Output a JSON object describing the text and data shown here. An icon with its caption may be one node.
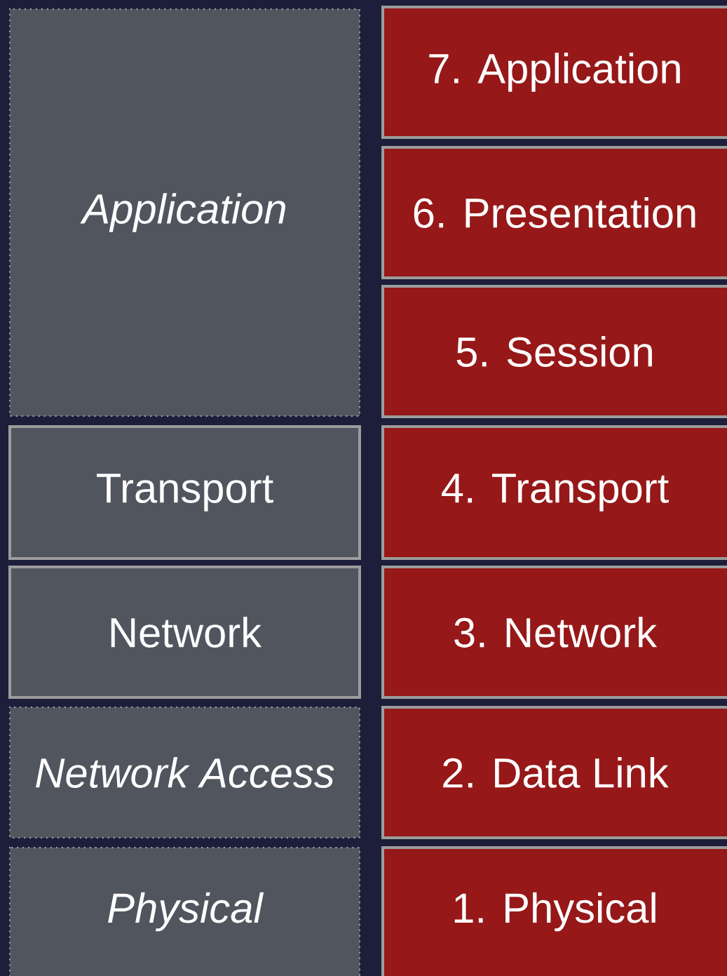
{
  "diagram": {
    "nodes": [
      {
        "text": [
          "Application"
        ]
      },
      {
        "text": [
          "Transport"
        ]
      },
      {
        "text": [
          "Network"
        ]
      },
      {
        "text": [
          "Network Access"
        ]
      },
      {
        "text": [
          "Physical"
        ]
      },
      {
        "text": [
          "7. Application"
        ]
      },
      {
        "text": [
          "6. Presentation"
        ]
      },
      {
        "text": [
          "5. Session"
        ]
      },
      {
        "text": [
          "4. Transport"
        ]
      },
      {
        "text": [
          "3. Network"
        ]
      },
      {
        "text": [
          "2. Data Link"
        ]
      },
      {
        "text": [
          "1. Physical"
        ]
      }
    ]
  }
}
